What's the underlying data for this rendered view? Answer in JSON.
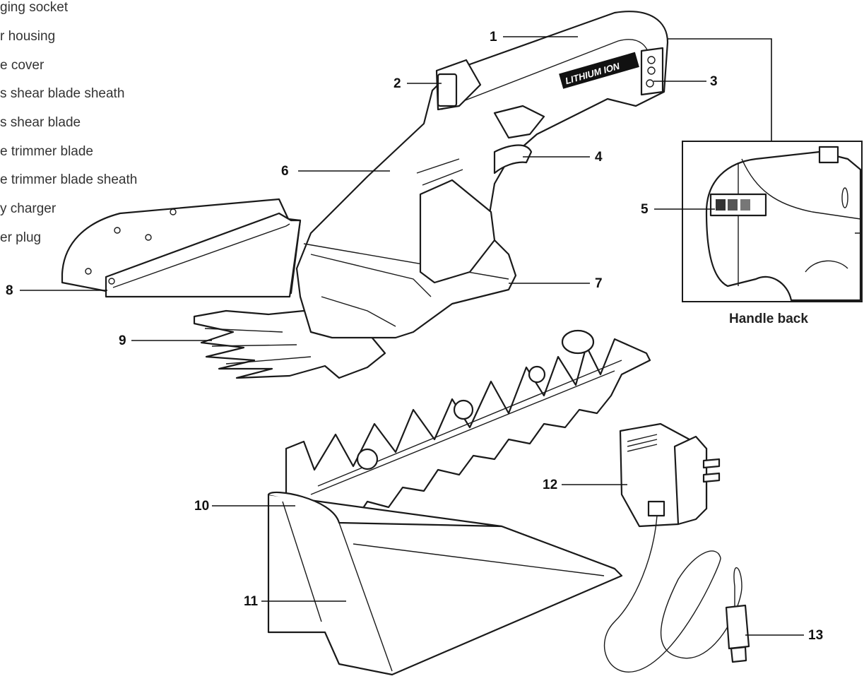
{
  "legend": [
    "ging socket",
    "r housing",
    "e cover",
    "s shear blade sheath",
    "s shear blade",
    "e trimmer blade",
    "e trimmer blade sheath",
    "y charger",
    "er plug"
  ],
  "callouts": [
    "1",
    "2",
    "3",
    "4",
    "5",
    "6",
    "7",
    "8",
    "9",
    "10",
    "11",
    "12",
    "13"
  ],
  "brand_text": "LITHIUM ION",
  "inset_caption": "Handle back"
}
